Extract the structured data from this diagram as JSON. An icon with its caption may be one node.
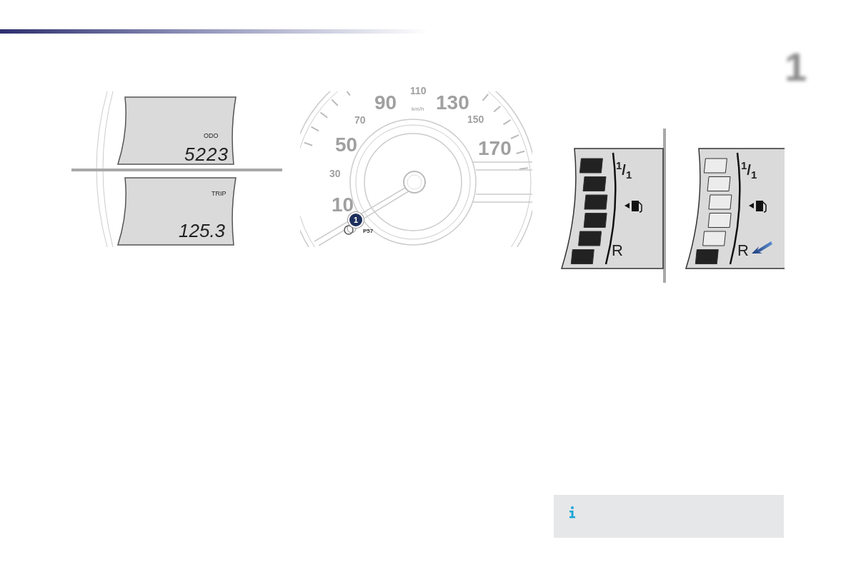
{
  "diagram": {
    "labels": [
      "1",
      "ODO",
      "5223",
      "TRIP",
      "125.3",
      "110",
      "90",
      "130",
      "km/h",
      "70",
      "150",
      "50",
      "170",
      "30",
      "10",
      "1",
      "P57",
      "$^{1}$/$_{1}$",
      "R",
      "$^{1}$/$_{1}$",
      "R"
    ]
  }
}
